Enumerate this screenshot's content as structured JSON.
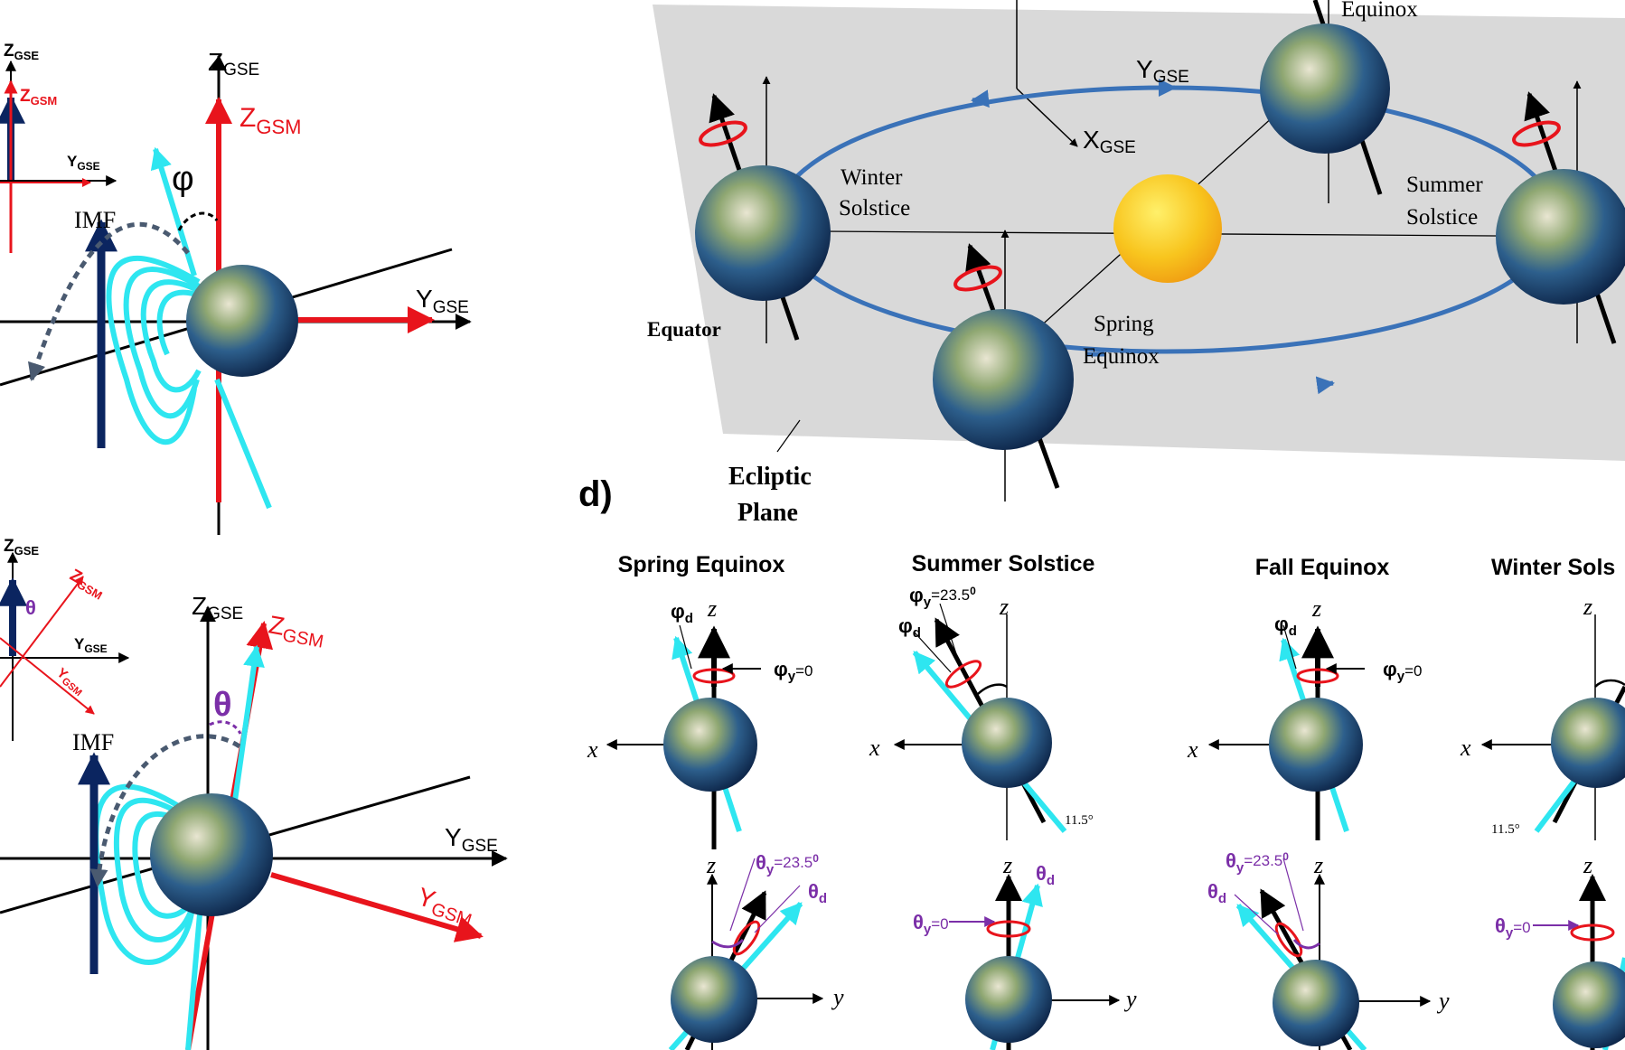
{
  "colors": {
    "gse": "#000000",
    "gsm": "#e8141c",
    "imf": "#0b2560",
    "field_lines": "#2ee6f0",
    "angle": "#7b2fa8",
    "orbit": "#3a72b8",
    "plane": "#d9d9d9",
    "sun": "#f6b41a"
  },
  "panel_a": {
    "inset": {
      "z_gse": "Z",
      "z_gse_sub": "GSE",
      "z_gsm": "Z",
      "z_gsm_sub": "GSM",
      "y_gse": "Y",
      "y_gse_sub": "GSE"
    },
    "z_gse": "Z",
    "z_gse_sub": "GSE",
    "z_gsm": "Z",
    "z_gsm_sub": "GSM",
    "y_gse": "Y",
    "y_gse_sub": "GSE",
    "imf": "IMF",
    "angle": "φ"
  },
  "panel_b": {
    "inset": {
      "z_gse": "Z",
      "z_gse_sub": "GSE",
      "z_gsm": "Z",
      "z_gsm_sub": "GSM",
      "y_gse": "Y",
      "y_gse_sub": "GSE",
      "y_gsm": "Y",
      "y_gsm_sub": "GSM",
      "angle": "θ"
    },
    "z_gse": "Z",
    "z_gse_sub": "GSE",
    "z_gsm": "Z",
    "z_gsm_sub": "GSM",
    "y_gse": "Y",
    "y_gse_sub": "GSE",
    "y_gsm": "Y",
    "y_gsm_sub": "GSM",
    "imf": "IMF",
    "angle": "θ"
  },
  "panel_c": {
    "y_gse": "Y",
    "y_gse_sub": "GSE",
    "x_gse": "X",
    "x_gse_sub": "GSE",
    "fall_equinox": "Equinox",
    "winter_1": "Winter",
    "winter_2": "Solstice",
    "summer_1": "Summer",
    "summer_2": "Solstice",
    "spring_1": "Spring",
    "spring_2": "Equinox",
    "equator": "Equator",
    "ecliptic_1": "Ecliptic",
    "ecliptic_2": "Plane"
  },
  "panel_d": {
    "label": "d)",
    "titles": [
      "Spring Equinox",
      "Summer Solstice",
      "Fall Equinox",
      "Winter Sols"
    ],
    "axis_x": "x",
    "axis_y": "y",
    "axis_z": "z",
    "phi": "φ",
    "theta": "θ",
    "sub_d": "d",
    "sub_y": "y",
    "eq_zero": "=0",
    "eq_tilt": "=23.5",
    "degree_mark": "0",
    "tilt_small": "11.5°"
  }
}
